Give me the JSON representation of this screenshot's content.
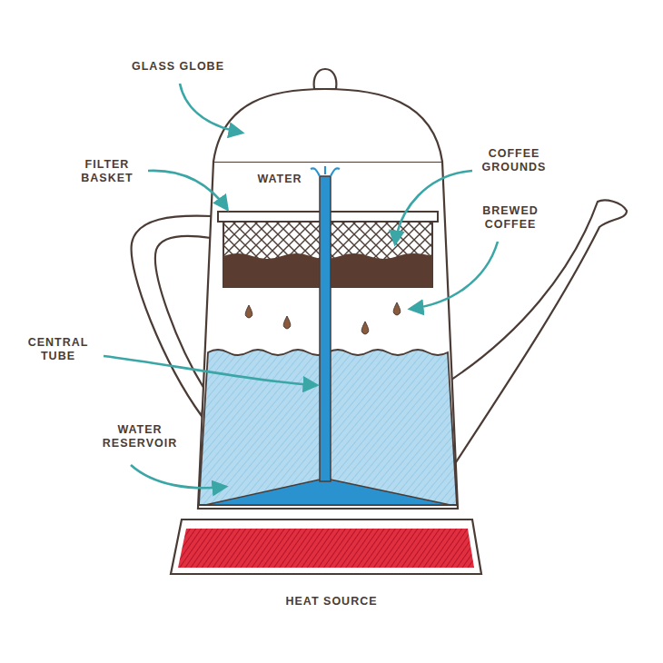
{
  "diagram": {
    "labels": [
      "GLASS GLOBE",
      "FILTER BASKET",
      "WATER",
      "COFFEE GROUNDS",
      "BREWED COFFEE",
      "CENTRAL TUBE",
      "WATER RESERVOIR",
      "HEAT SOURCE"
    ]
  }
}
